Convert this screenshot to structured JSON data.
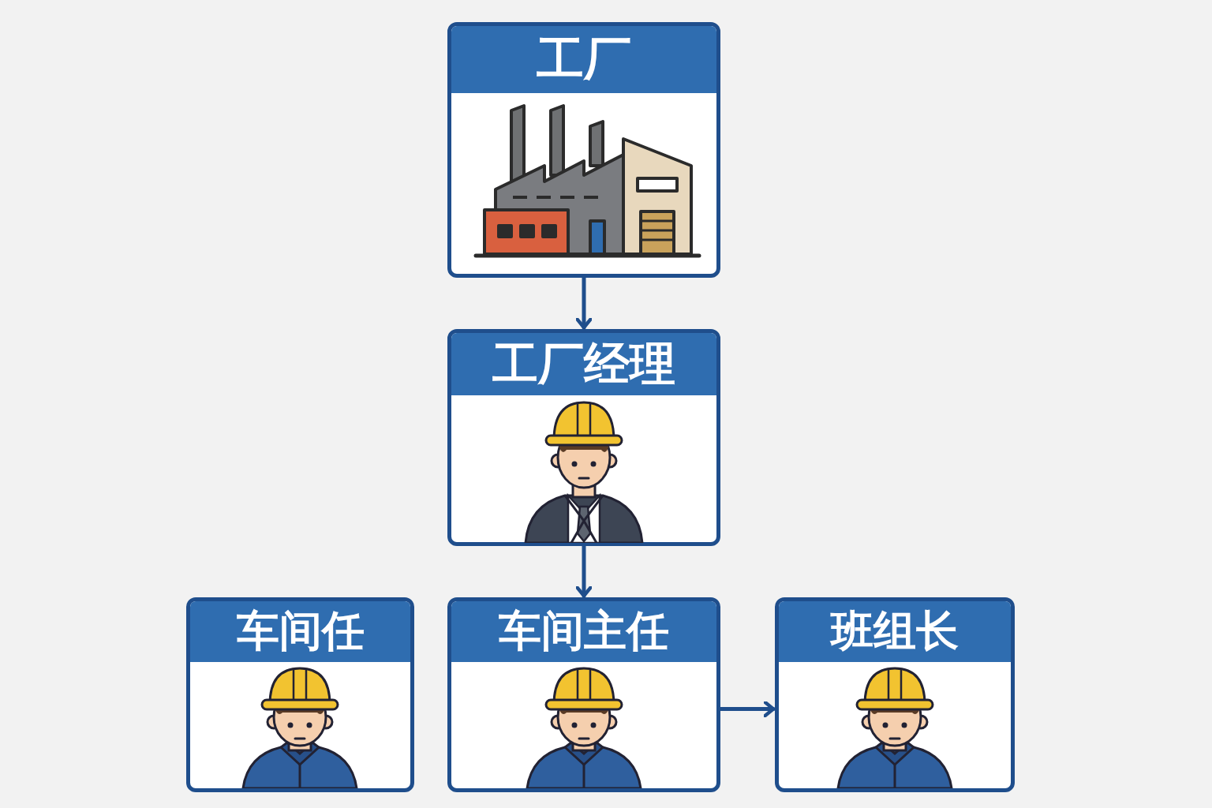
{
  "diagram": {
    "nodes": [
      {
        "text": [
          "工厂"
        ]
      },
      {
        "text": [
          "工厂经理"
        ]
      },
      {
        "text": [
          "车间任"
        ]
      },
      {
        "text": [
          "车间主任"
        ]
      },
      {
        "text": [
          "班组长"
        ]
      }
    ],
    "edges": [
      {
        "from": 0,
        "to": 1,
        "arrow": "to"
      },
      {
        "from": 1,
        "to": 3,
        "arrow": "to"
      },
      {
        "from": 3,
        "to": 4,
        "arrow": "to"
      }
    ]
  }
}
